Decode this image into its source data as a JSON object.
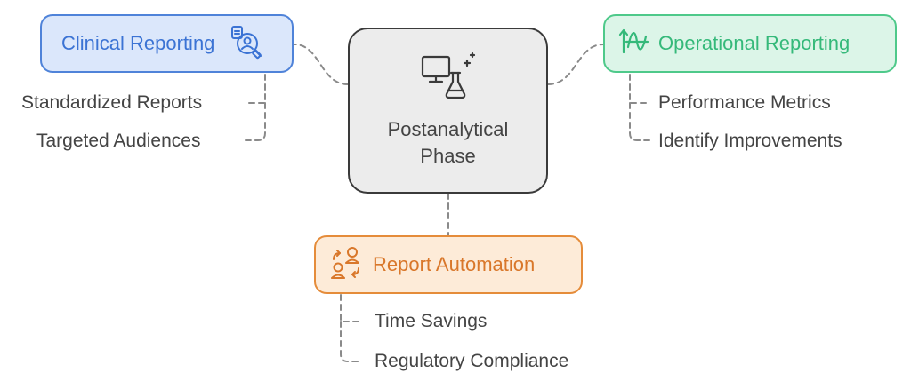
{
  "center": {
    "label": "Postanalytical Phase",
    "icon": "computer-flask-icon"
  },
  "branches": {
    "clinical": {
      "label": "Clinical Reporting",
      "icon": "clinical-report-icon",
      "color": "#4f83d9",
      "items": [
        "Standardized Reports",
        "Targeted Audiences"
      ]
    },
    "operational": {
      "label": "Operational Reporting",
      "icon": "wave-chart-icon",
      "color": "#4ec98a",
      "items": [
        "Performance Metrics",
        "Identify Improvements"
      ]
    },
    "automation": {
      "label": "Report Automation",
      "icon": "people-cycle-icon",
      "color": "#e58c3a",
      "items": [
        "Time Savings",
        "Regulatory Compliance"
      ]
    }
  }
}
